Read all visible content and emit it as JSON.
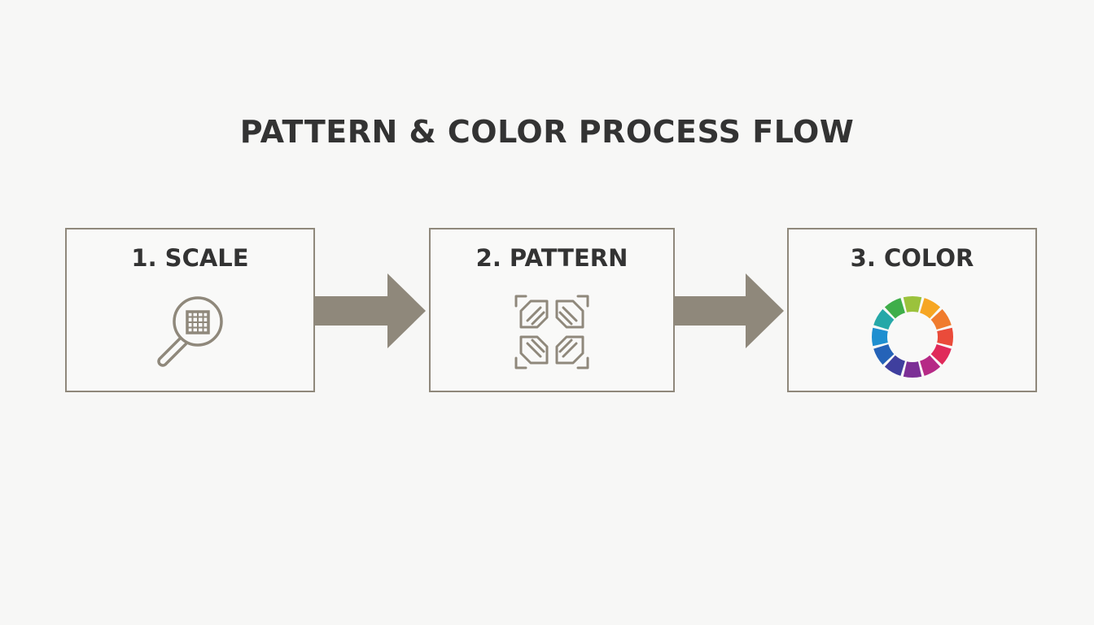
{
  "title": "PATTERN & COLOR PROCESS FLOW",
  "colors": {
    "text": "#333333",
    "box_border": "#8f887b",
    "arrow": "#8f887b",
    "icon": "#8f887b",
    "background": "#f7f7f6"
  },
  "steps": [
    {
      "label": "1. SCALE",
      "icon": "magnifier-grid-icon"
    },
    {
      "label": "2. PATTERN",
      "icon": "pattern-tile-icon"
    },
    {
      "label": "3. COLOR",
      "icon": "color-wheel-icon"
    }
  ],
  "connectors": [
    {
      "from": "1. SCALE",
      "to": "2. PATTERN",
      "icon": "arrow-right-icon"
    },
    {
      "from": "2. PATTERN",
      "to": "3. COLOR",
      "icon": "arrow-right-icon"
    }
  ],
  "color_wheel": [
    "#f6a623",
    "#f07b2d",
    "#ea4b3a",
    "#e02a5a",
    "#b62a86",
    "#7c2f96",
    "#3f3f9e",
    "#2563b8",
    "#1f8fd0",
    "#26a8a8",
    "#3fae4a",
    "#9bc23c"
  ]
}
